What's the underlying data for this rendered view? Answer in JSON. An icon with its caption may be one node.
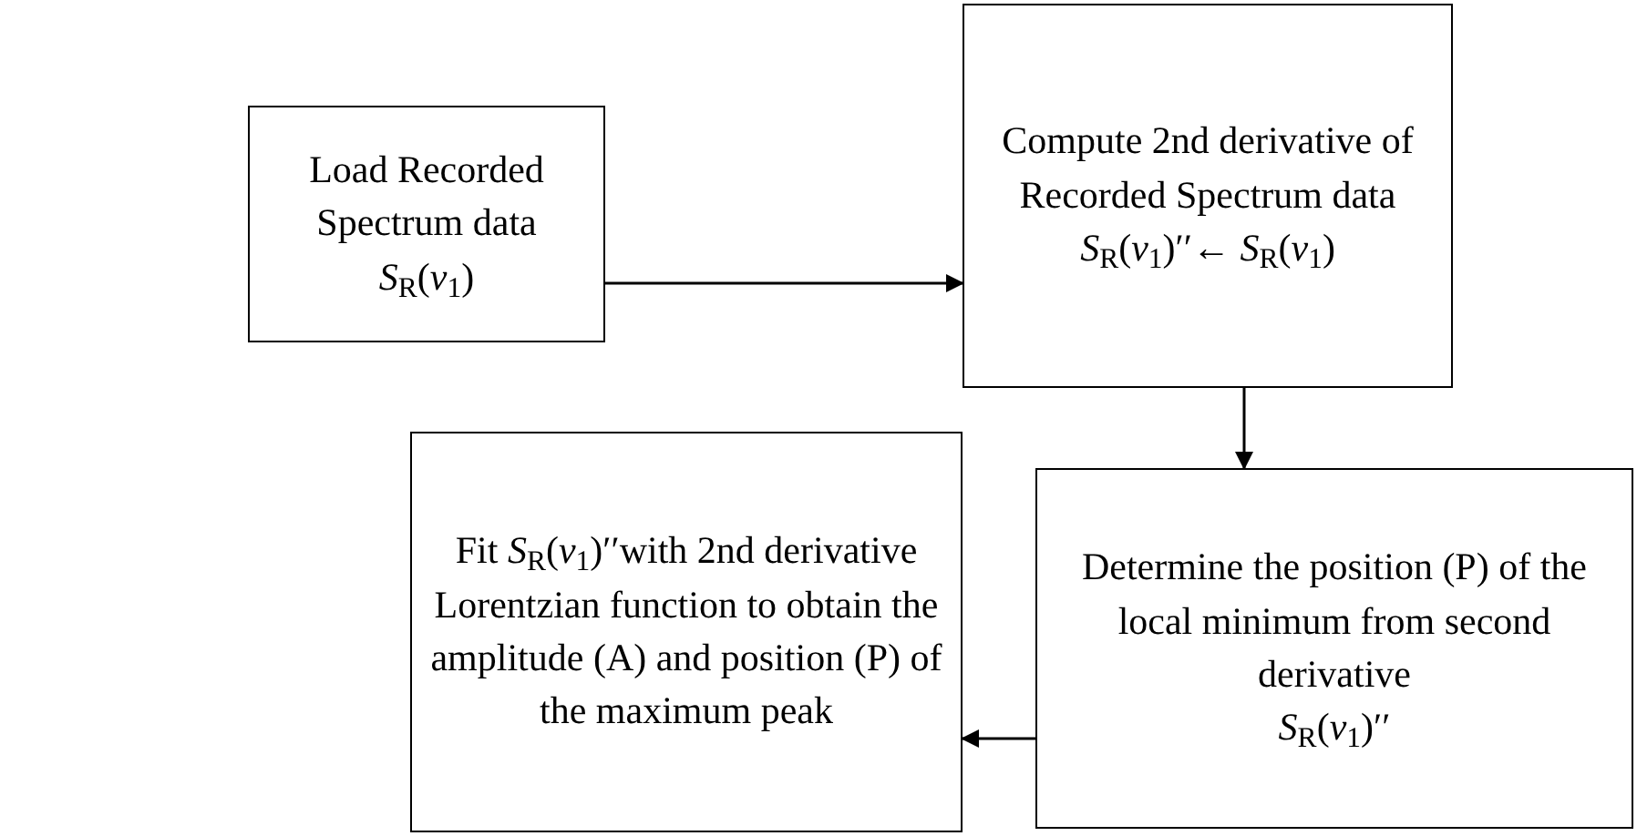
{
  "diagram": {
    "nodes": [
      {
        "text": [
          "Load Recorded Spectrum data",
          "*S*$_{R}$(*v*$_{1}$)"
        ]
      },
      {
        "text": [
          "Compute 2nd derivative of Recorded Spectrum data",
          "*S*$_{R}$(*v*$_{1}$)′′← *S*$_{R}$(*v*$_{1}$)"
        ]
      },
      {
        "text": [
          "Fit *S*$_{R}$(*v*$_{1}$)′′with 2nd derivative Lorentzian function to obtain the amplitude (A) and position (P) of the maximum peak"
        ]
      },
      {
        "text": [
          "Determine the position (P) of the local minimum from second derivative",
          "*S*$_{R}$(*v*$_{1}$)′′"
        ]
      }
    ],
    "edges": [
      {
        "from": 0,
        "to": 1,
        "arrow": "to"
      },
      {
        "from": 1,
        "to": 3,
        "arrow": "to"
      },
      {
        "from": 3,
        "to": 2,
        "arrow": "to"
      }
    ]
  }
}
